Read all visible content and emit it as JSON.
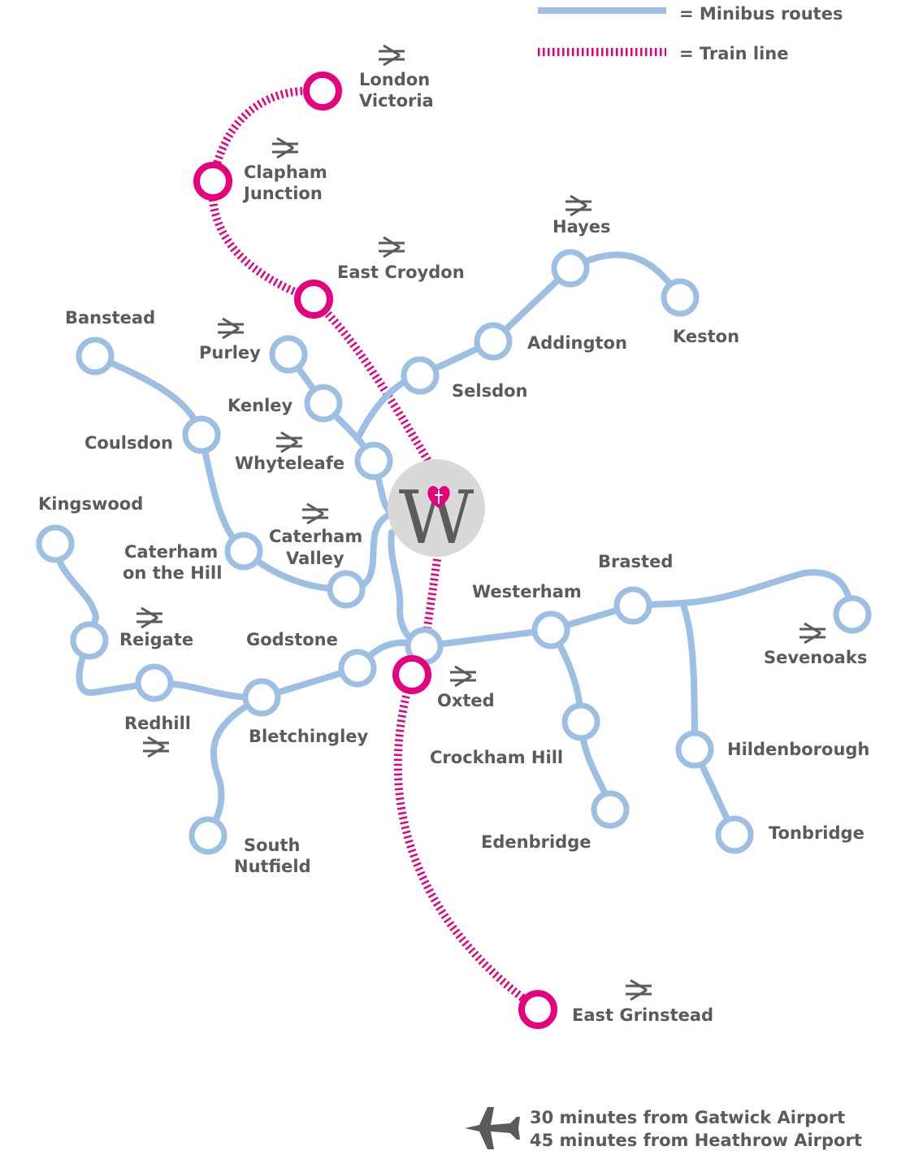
{
  "legend": {
    "minibus": "=  Minibus routes",
    "train": "=  Train line"
  },
  "colors": {
    "minibus": "#9dbfe3",
    "train": "#e6007e",
    "text": "#5b5b5b",
    "logo_bg": "#d9d9d9"
  },
  "logo": {
    "letter": "W"
  },
  "train_stations": [
    [
      "London",
      "Victoria"
    ],
    [
      "Clapham",
      "Junction"
    ],
    [
      "East Croydon"
    ],
    [
      "Oxted"
    ],
    [
      "East Grinstead"
    ]
  ],
  "bus_stops": {
    "banstead": "Banstead",
    "purley": "Purley",
    "kenley": "Kenley",
    "coulsdon": "Coulsdon",
    "whyteleafe": "Whyteleafe",
    "kingswood": "Kingswood",
    "caterham_hill": [
      "Caterham",
      "on the Hill"
    ],
    "caterham_valley": [
      "Caterham",
      "Valley"
    ],
    "reigate": "Reigate",
    "godstone": "Godstone",
    "redhill": "Redhill",
    "bletchingley": "Bletchingley",
    "south_nutfield": [
      "South",
      "Nutfield"
    ],
    "selsdon": "Selsdon",
    "addington": "Addington",
    "hayes": "Hayes",
    "keston": "Keston",
    "westerham": "Westerham",
    "brasted": "Brasted",
    "sevenoaks": "Sevenoaks",
    "crockham_hill": "Crockham Hill",
    "edenbridge": "Edenbridge",
    "hildenborough": "Hildenborough",
    "tonbridge": "Tonbridge"
  },
  "footer": {
    "line1": "30 minutes from Gatwick Airport",
    "line2": "45 minutes from Heathrow Airport"
  }
}
